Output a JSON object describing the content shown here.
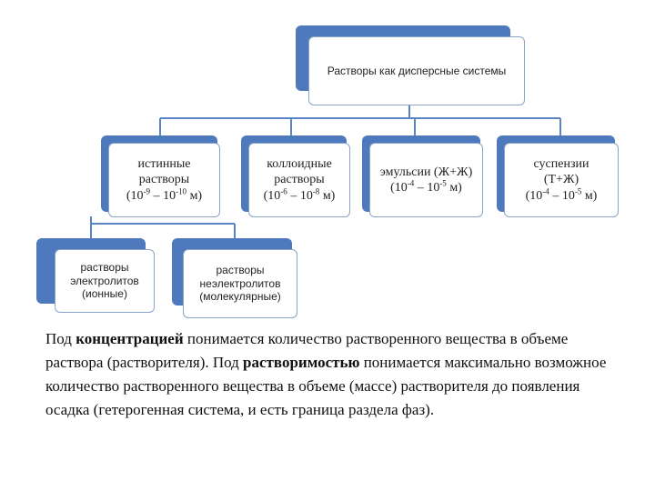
{
  "root": {
    "label": "Растворы как дисперсные системы"
  },
  "level1": [
    {
      "line1": "истинные",
      "line2": "растворы",
      "range_base_a": "(10",
      "range_exp_a": "-9",
      "range_mid": " – 10",
      "range_exp_b": "-10",
      "range_unit": " м)"
    },
    {
      "line1": "коллоидные",
      "line2": "растворы",
      "range_base_a": "(10",
      "range_exp_a": "-6",
      "range_mid": " – 10",
      "range_exp_b": "-8",
      "range_unit": " м)"
    },
    {
      "line1": "эмульсии (Ж+Ж)",
      "range_base_a": "(10",
      "range_exp_a": "-4",
      "range_mid": " – 10",
      "range_exp_b": "-5",
      "range_unit": " м)"
    },
    {
      "line1": "суспензии",
      "line2": "(Т+Ж)",
      "range_base_a": "(10",
      "range_exp_a": "-4",
      "range_mid": " – 10",
      "range_exp_b": "-5",
      "range_unit": " м)"
    }
  ],
  "level2": [
    {
      "line1": "растворы",
      "line2": "электролитов",
      "line3": "(ионные)"
    },
    {
      "line1": "растворы",
      "line2": "неэлектролитов",
      "line3": "(молекулярные)"
    }
  ],
  "paragraph": {
    "p1": "Под ",
    "b1": "концентрацией",
    "p2": " понимается количество растворенного вещества в объеме раствора (растворителя). Под ",
    "b2": "растворимостью",
    "p3": " понимается максимально возможное количество растворенного вещества в объеме (массе) растворителя до появления осадка (гетерогенная система, и есть граница раздела фаз)."
  },
  "colors": {
    "box_back": "#4e79bd",
    "connector": "#5b84c4"
  }
}
